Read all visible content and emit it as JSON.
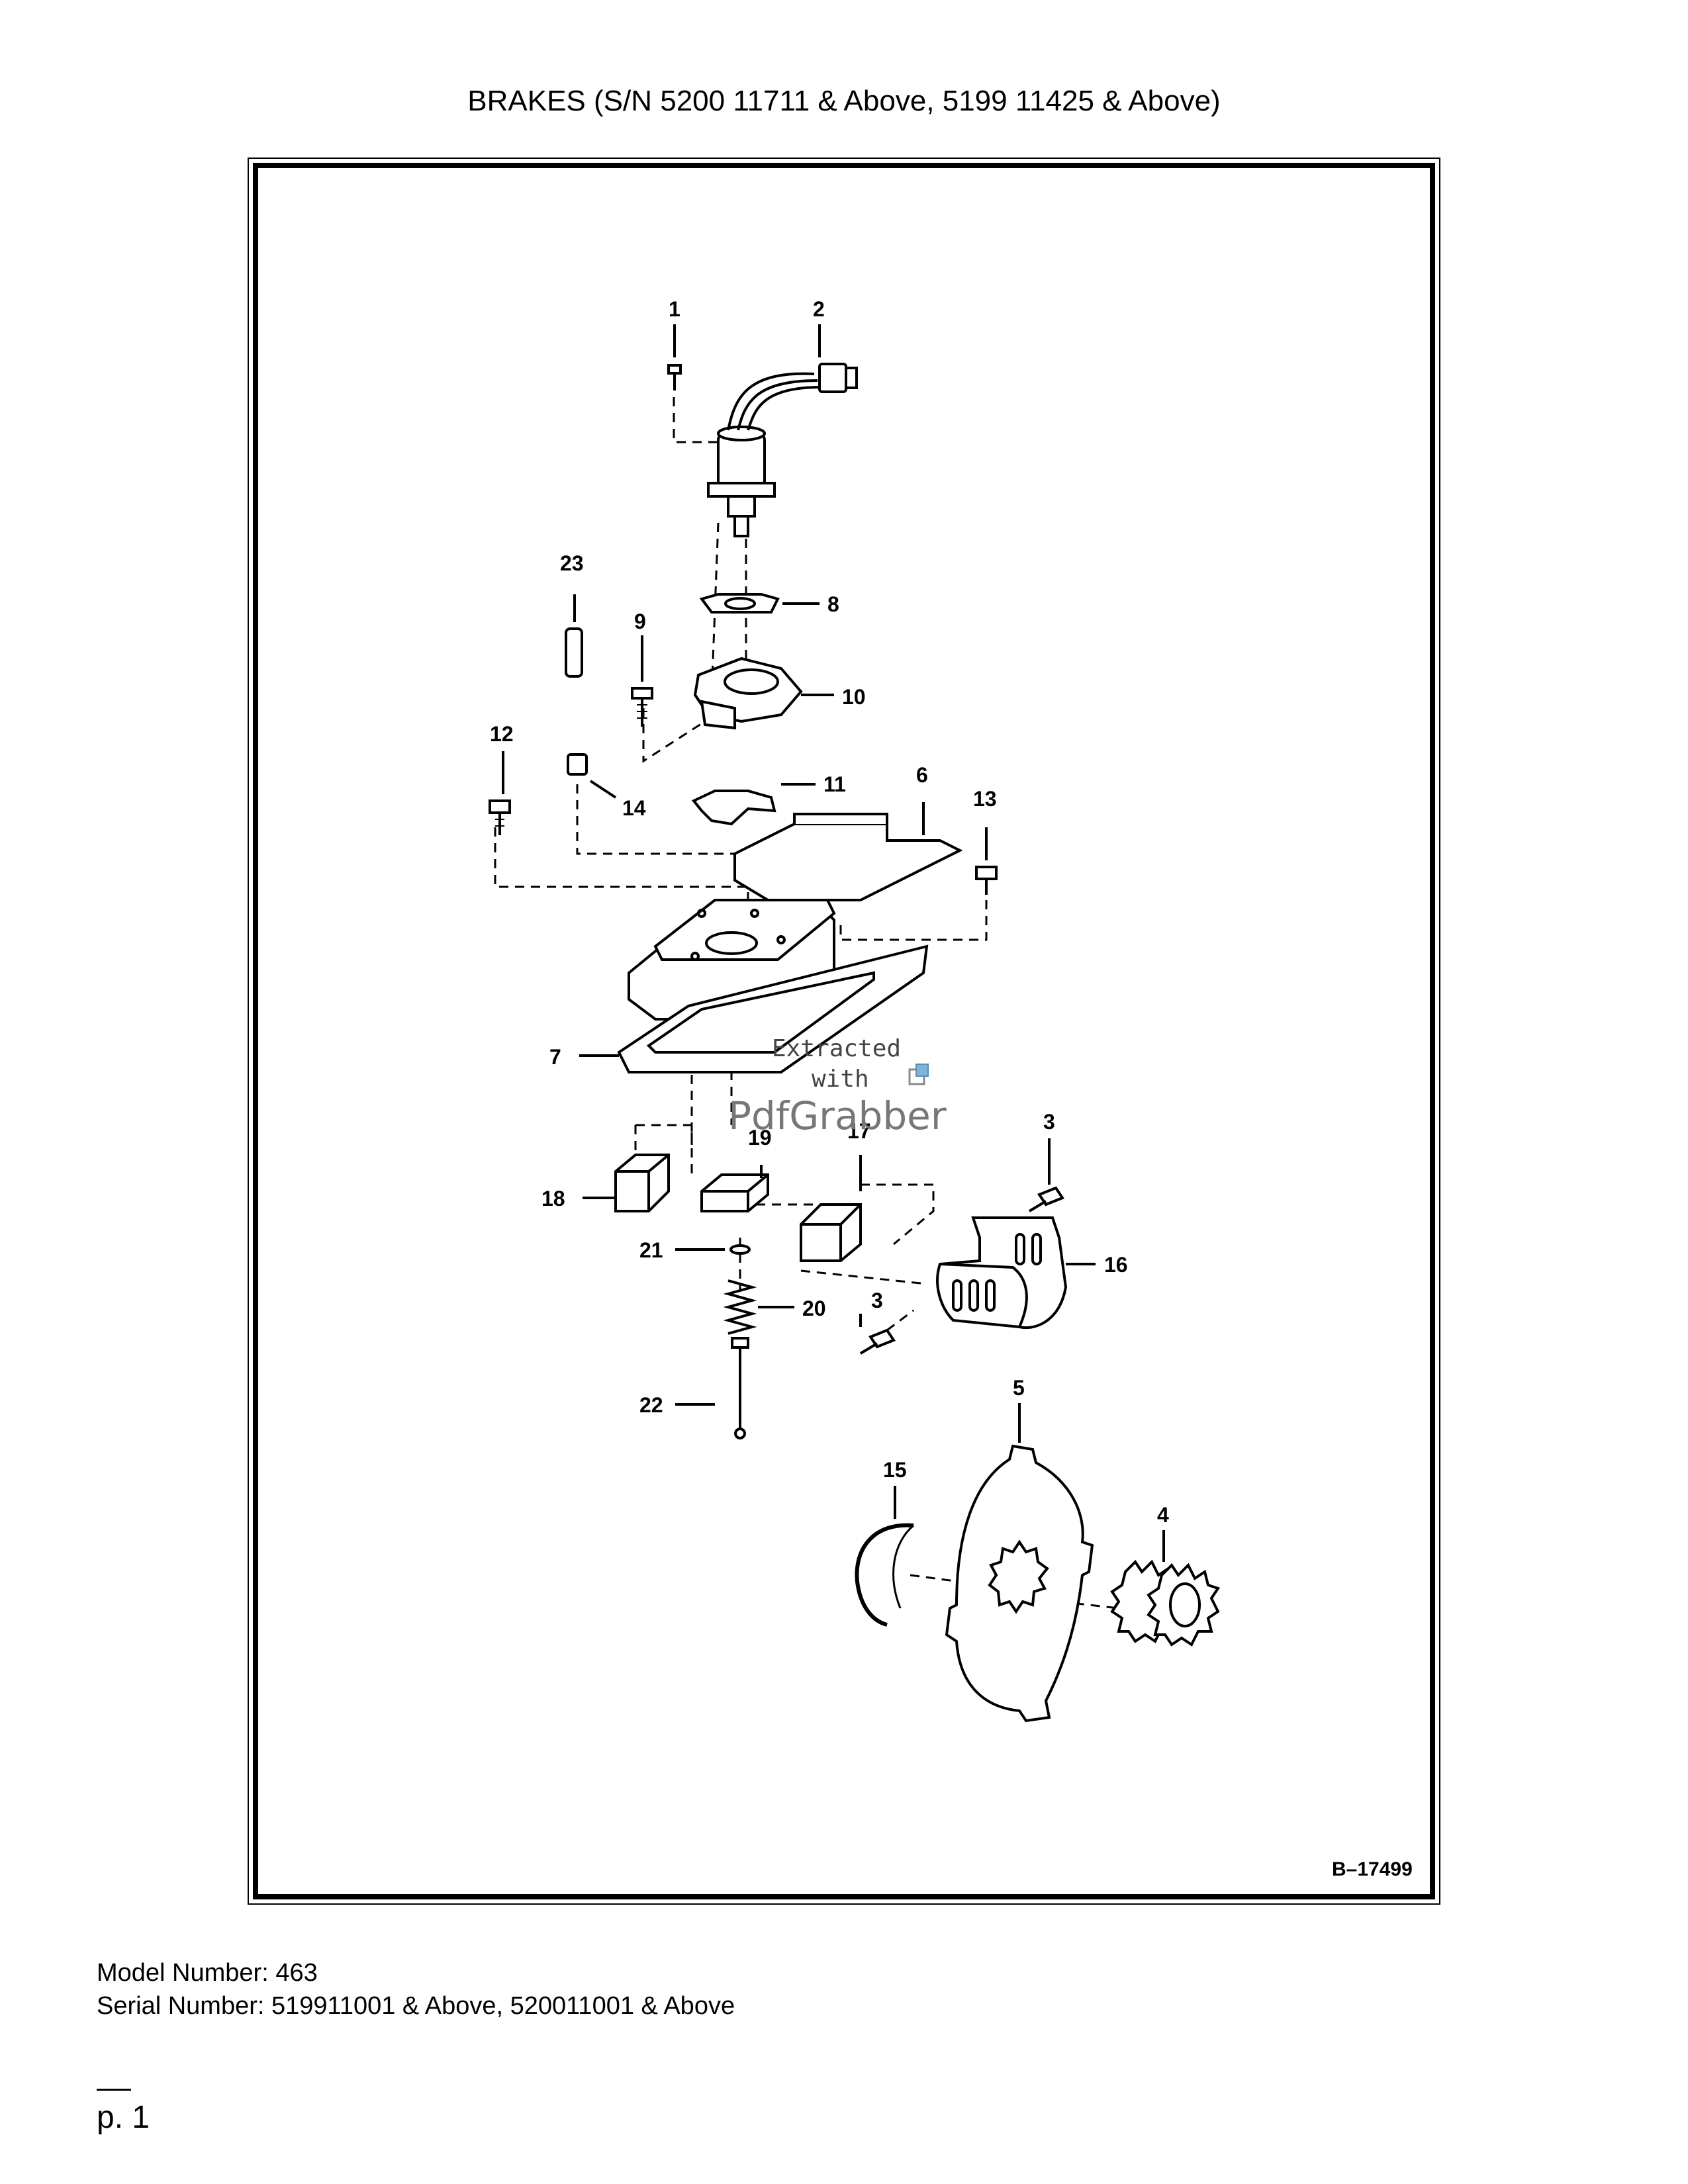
{
  "title": "BRAKES (S/N 5200 11711 & Above, 5199 11425 & Above)",
  "figure": {
    "id": "B–17499",
    "callouts": {
      "c1": "1",
      "c2": "2",
      "c3a": "3",
      "c3b": "3",
      "c4": "4",
      "c5": "5",
      "c6": "6",
      "c7": "7",
      "c8": "8",
      "c9": "9",
      "c10": "10",
      "c11": "11",
      "c12": "12",
      "c13": "13",
      "c14": "14",
      "c15": "15",
      "c16": "16",
      "c17": "17",
      "c18": "18",
      "c19": "19",
      "c20": "20",
      "c21": "21",
      "c22": "22",
      "c23": "23"
    },
    "watermark": {
      "line1": "Extracted",
      "line2": "with",
      "line3": "PdfGrabber"
    }
  },
  "footer": {
    "model": "Model Number: 463",
    "serial": "Serial Number: 519911001 & Above, 520011001 & Above",
    "page": "p. 1"
  }
}
